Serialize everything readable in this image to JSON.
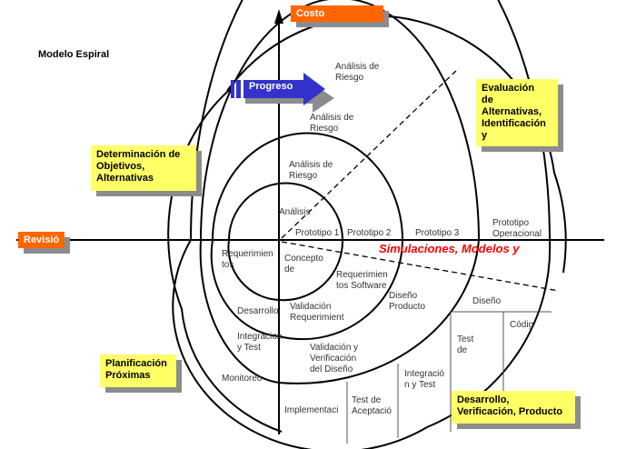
{
  "title": "Modelo Espiral",
  "axes": {
    "vertical_label": "Costo",
    "horizontal_label": "Revisió"
  },
  "progress_arrow": {
    "label": "Progreso",
    "color": "#3333cc"
  },
  "quadrants": {
    "top_left": "Determinación de\nObjetivos,\nAlternativas",
    "top_right": "Evaluación\nde\nAlternativas,\nIdentificación\ny",
    "bottom_left": "Planificación\nPróximas",
    "bottom_right": "Desarrollo,\nVerificación, Producto"
  },
  "risk_labels": [
    "Análisis de\nRiesgo",
    "Análisis de\nRiesgo",
    "Análisis de\nRiesgo",
    "Análisis"
  ],
  "prototypes": [
    "Prototipo 1",
    "Prototipo 2",
    "Prototipo 3",
    "Prototipo\nOperacional"
  ],
  "simulation_label": "Simulaciones, Modelos y",
  "phase_labels": {
    "requerimientos": "Requerimien\ntos",
    "concepto": "Concepto\nde",
    "req_software": "Requerimien\ntos Software",
    "diseno_producto": "Diseño\nProducto",
    "desarrollo": "Desarrollo",
    "validacion_req": "Validación\nRequerimient",
    "integracion_test_left": "Integracion\ny Test",
    "validacion_diseno": "Validación y\nVerificación\ndel Diseño",
    "monitoreo": "Monitoreo",
    "implementacion": "Implementaci",
    "test_aceptacion": "Test de\nAceptació",
    "integracion_test_right": "Integració\nn y Test",
    "test_de": "Test\nde",
    "codigo": "Códig",
    "diseno": "Diseño"
  },
  "colors": {
    "orange": "#ff6600",
    "yellow": "#ffff66",
    "shadow": "#8c8c8c",
    "arrow": "#3333cc",
    "red_text": "#ff0000"
  }
}
